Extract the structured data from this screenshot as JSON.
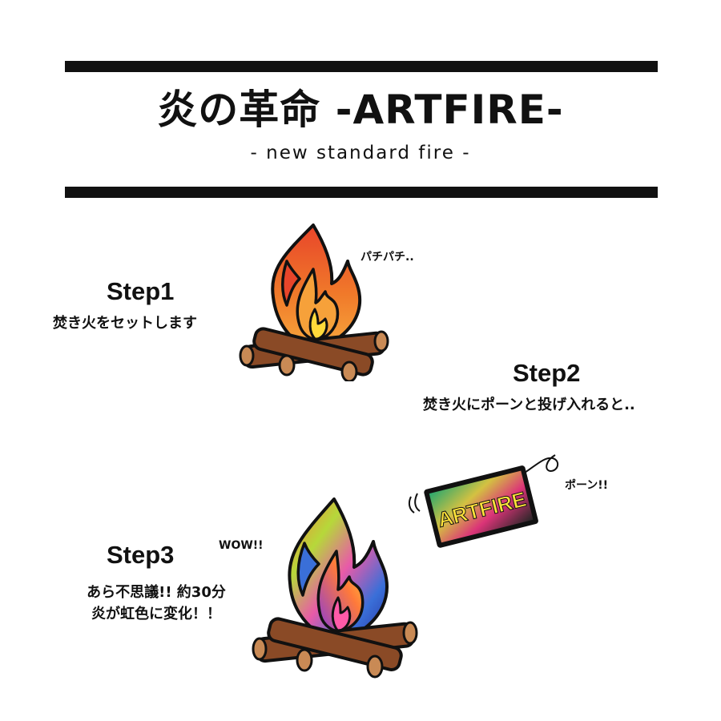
{
  "header": {
    "title": "炎の革命 -ARTFIRE-",
    "subtitle": "- new standard fire -"
  },
  "steps": [
    {
      "title": "Step1",
      "description": "焚き火をセットします"
    },
    {
      "title": "Step2",
      "description": "焚き火にポーンと投げ入れると.."
    },
    {
      "title": "Step3",
      "description_lines": [
        "あら不思議!! 約30分",
        "炎が虹色に変化！！"
      ]
    }
  ],
  "sound_effects": {
    "crackle": "パチパチ..",
    "toss": "ポーン!!",
    "wow": "WOW!!"
  },
  "product": {
    "label": "ARTFIRE"
  },
  "icons": [
    "campfire-icon",
    "rainbow-campfire-icon",
    "artfire-pouch-icon",
    "motion-lines-icon"
  ],
  "colors": {
    "bar": "#111111",
    "flame_orange": "#f07a2a",
    "flame_red": "#e8452a",
    "flame_yellow": "#ffd93a",
    "log_brown": "#8a4a26"
  }
}
